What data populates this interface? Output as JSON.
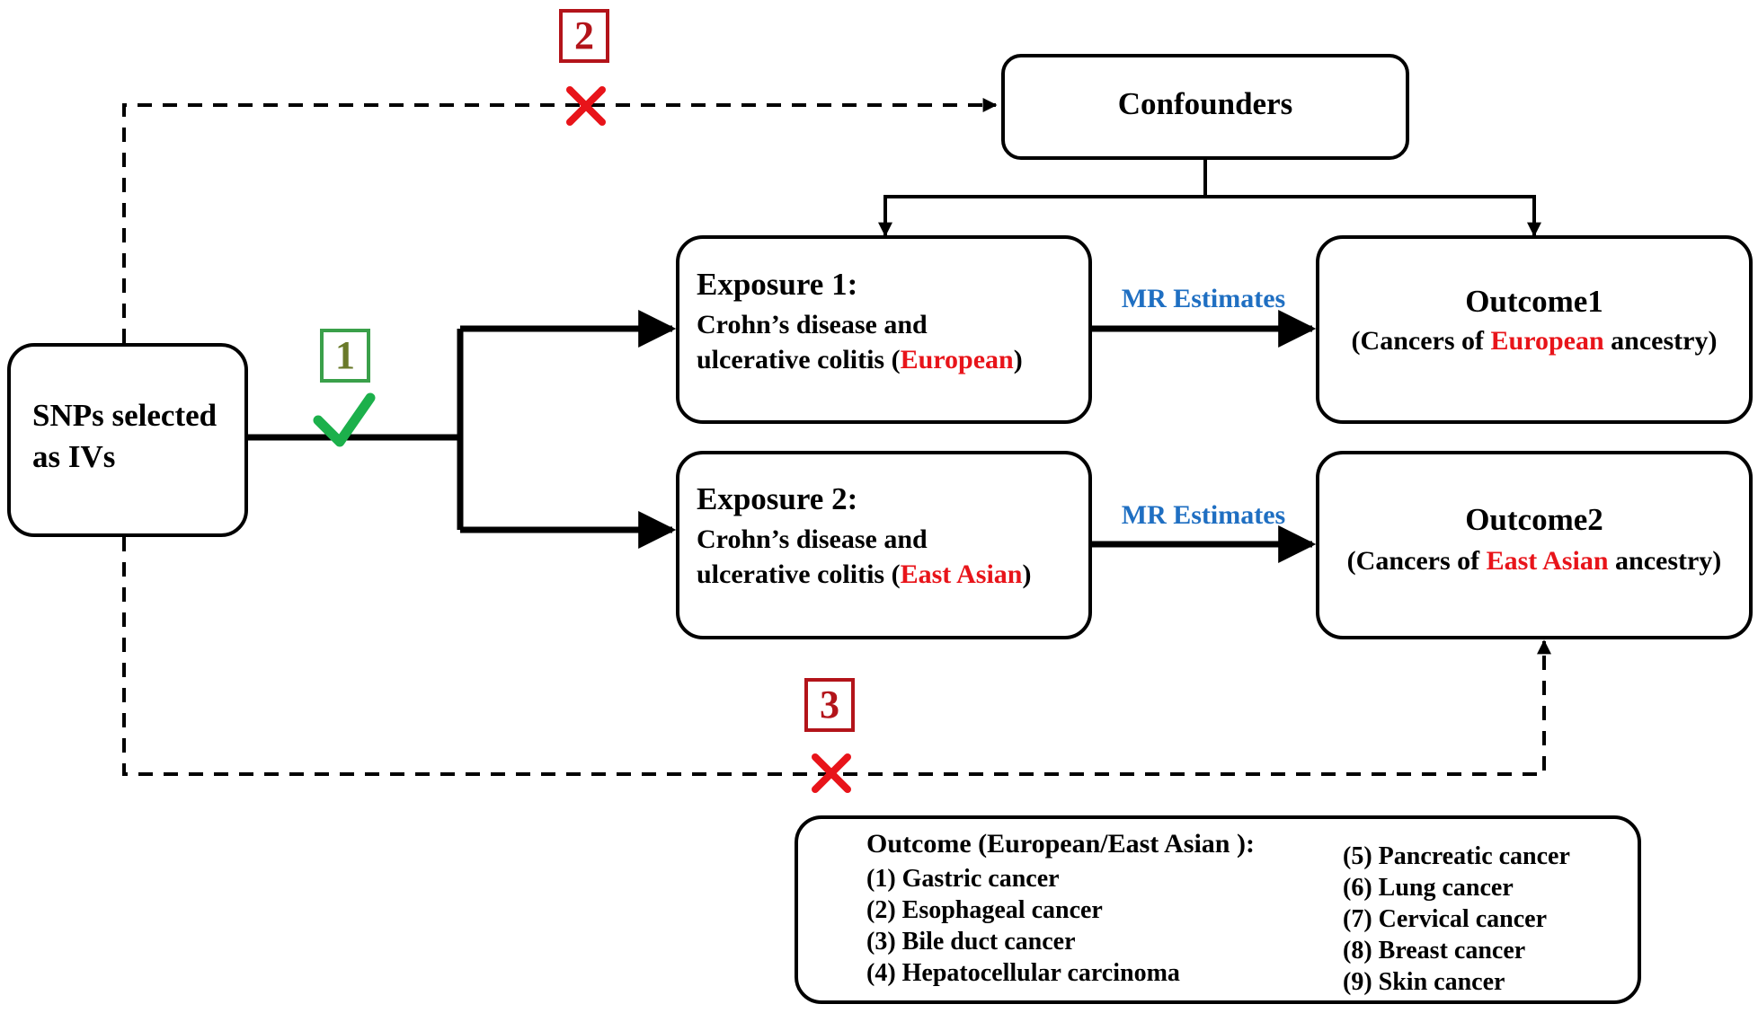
{
  "snps": {
    "line1": "SNPs selected",
    "line2": "as IVs"
  },
  "confounders": {
    "label": "Confounders"
  },
  "exposure1": {
    "title": "Exposure 1:",
    "line1": "Crohn’s disease and",
    "line2_prefix": "ulcerative colitis (",
    "population": "European",
    "line2_suffix": ")"
  },
  "exposure2": {
    "title": "Exposure 2:",
    "line1": "Crohn’s disease and",
    "line2_prefix": "ulcerative colitis (",
    "population": "East Asian",
    "line2_suffix": ")"
  },
  "outcome1": {
    "title": "Outcome1",
    "prefix": "(Cancers of ",
    "population": "European",
    "suffix": " ancestry)"
  },
  "outcome2": {
    "title": "Outcome2",
    "prefix": "(Cancers of ",
    "population": "East Asian",
    "suffix": " ancestry)"
  },
  "mr_estimates": {
    "top": "MR Estimates",
    "bottom": "MR Estimates"
  },
  "conditions": {
    "c1": "1",
    "c2": "2",
    "c3": "3"
  },
  "outcome_list": {
    "title": "Outcome (European/East Asian ):",
    "left": [
      "(1) Gastric cancer",
      "(2) Esophageal cancer",
      "(3) Bile duct cancer",
      "(4) Hepatocellular carcinoma"
    ],
    "right": [
      "(5) Pancreatic cancer",
      "(6) Lung cancer",
      "(7) Cervical cancer",
      "(8) Breast cancer",
      "(9) Skin cancer"
    ]
  },
  "colors": {
    "accent_red": "#e8141a",
    "mr_blue": "#1f6fc2",
    "check_green": "#1cb04b",
    "condition_green": "#3aa04a",
    "condition_red": "#b3141a"
  },
  "icons": {
    "check": "check-icon",
    "cross": "cross-icon"
  }
}
